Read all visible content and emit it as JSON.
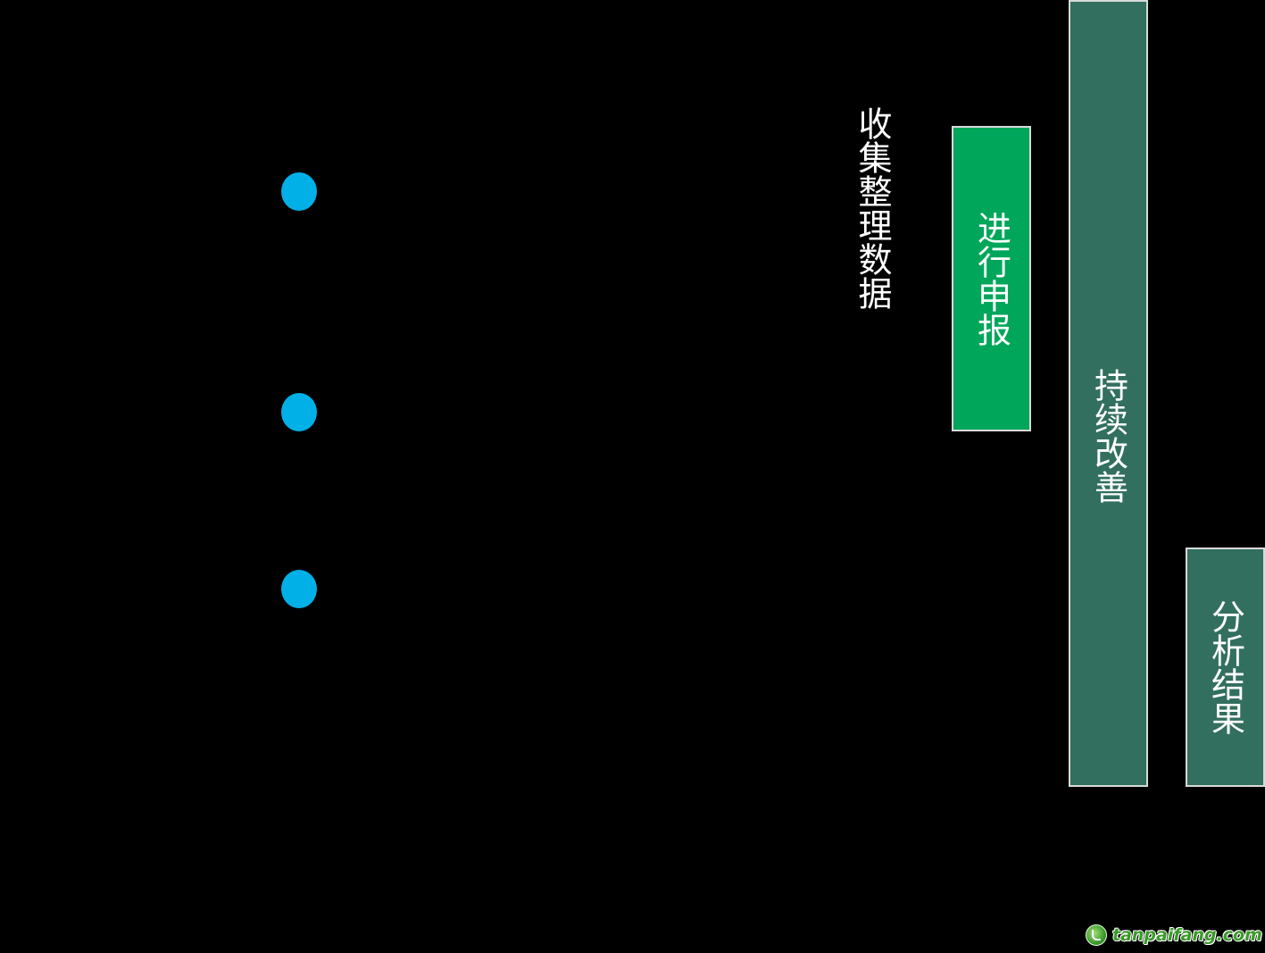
{
  "nodes": {
    "collect": "收集整理数据",
    "report": "进行申报",
    "improve": "持续改善",
    "analyze": "分析结果"
  },
  "colors": {
    "background": "#000000",
    "bullet": "#00b0e6",
    "report_box": "#00a65a",
    "improve_box": "#326f5f",
    "analyze_box": "#326f5f",
    "text": "#ffffff"
  },
  "watermark": {
    "text": "tanpaifang.com"
  }
}
